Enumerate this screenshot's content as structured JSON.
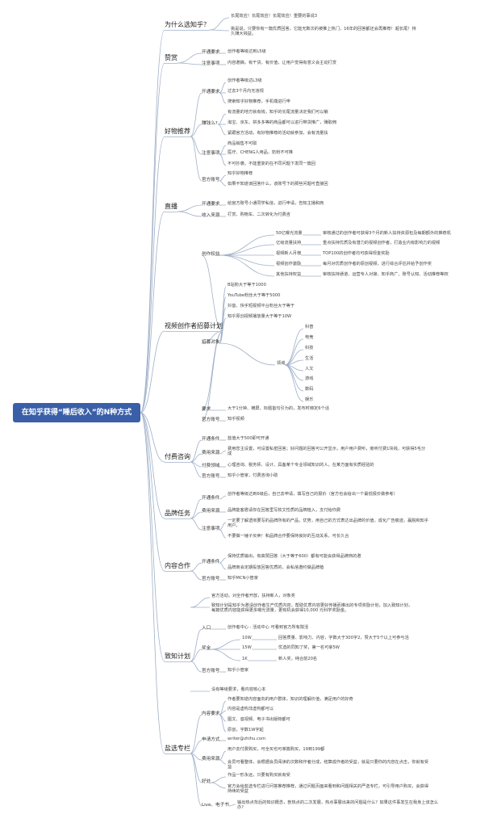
{
  "title": "在知乎获得“睡后收入”的N种方式",
  "branches": [
    {
      "label": "为什么选知乎？",
      "leaves": [
        "长尾效应！长尾效应！长尾效应！重要的事说3",
        "挑是说，只要你有一篇优质回答，它能无数次的被推上热门，16年的回答都还会再推荐！超长尾！持久赚大钱益。"
      ]
    },
    {
      "label": "赞赏",
      "subs": [
        {
          "label": "开通要求",
          "leaves": [
            "创作者等级达到L5级"
          ]
        },
        {
          "label": "注意事项",
          "leaves": [
            "内容邀稿，有干货，有价值，让用户觉得有意义会主动打赏"
          ]
        }
      ]
    },
    {
      "label": "好物推荐",
      "subs": [
        {
          "label": "开通要求",
          "leaves": [
            "创作者等级达L3级",
            "过去3个月内无违规",
            "搜索知乎好物推荐，手机端进行申"
          ]
        },
        {
          "label": "赚钱么?",
          "leaves": [
            "有流量的地方就有钱，知乎的长尾流量决定我们可以躺",
            "淘宝、京东、拼多多等的商品都可以进行带货推广，赚取佣",
            "紧跟官方活动，有好物推荐的活动就参加，会有流量扶"
          ]
        },
        {
          "label": "注意事项",
          "leaves": [
            "商品销售不可取",
            "医疗、CHENG人用品、奶粉不可推",
            "不可抄袭，不能重复的在不同问题下发同一篇回"
          ]
        },
        {
          "label": "官方账号",
          "leaves": [
            "知乎好物推荐",
            "如果不知道该回答什么，该账号下的那些问题可直接回"
          ]
        }
      ]
    },
    {
      "label": "直播",
      "subs": [
        {
          "label": "开通要求",
          "leaves": [
            "给官方账号小通同学私信，进行申请，告知主播和商"
          ]
        },
        {
          "label": "收入来源",
          "leaves": [
            "打赏、购物车、二次转化为付费咨"
          ]
        }
      ]
    },
    {
      "label": "视频创作者招募计划",
      "subs": [
        {
          "label": "创作权益",
          "pairs": [
            [
              "50亿曝光流量",
              "审核通过的创作者可获得3个月的新人扶持资源包及每期额外的推荐机"
            ],
            [
              "亿级流量扶持",
              "重点扶持优质及有潜力的视频创作者，打造业内有影响力的视频"
            ],
            [
              "视频新人月榜",
              "TOP100的创作者均可获得现金奖励"
            ],
            [
              "视频创作激励",
              "每月对优质创作者的原创视频，进行综合评估并给予创作奖"
            ],
            [
              "其他扶持权益",
              "审核扶持通道、运营专人对接、知乎商广、账号认知、活动推荐等权"
            ]
          ]
        },
        {
          "label": "招募对象",
          "leaves": [
            "B站粉大于等于1000",
            "YouTube粉丝大于等于5000",
            "抖音、快手短视频平台粉丝大于等于",
            "知乎原创视频播放量大于等于10W"
          ],
          "domain": {
            "label": "领域",
            "items": [
              "科普",
              "电竞",
              "科技",
              "生活",
              "人文",
              "游戏",
              "数码",
              "娱乐"
            ]
          }
        },
        {
          "label": "要求",
          "leaves": [
            "大于1分钟、横屏、标题首句引为的，发布时绑定6个话"
          ]
        },
        {
          "label": "官方账号",
          "leaves": [
            "知乎视频"
          ]
        }
      ]
    },
    {
      "label": "付费咨询",
      "subs": [
        {
          "label": "开通条件",
          "leaves": [
            "盐值大于500即可开通"
          ]
        },
        {
          "label": "费用来源",
          "leaves": [
            "费用您主设置，可设置私密回答；好问题的回答可公开显示，用户用户费听，旁听付费1块钱，可获得5毛分成"
          ]
        },
        {
          "label": "付费领域",
          "leaves": [
            "心理咨询、税务师、设计、具备某个专业领域知识的人，在某方面有实质经验的"
          ]
        },
        {
          "label": "官方账号",
          "leaves": [
            "知乎小管家，付费咨询小助"
          ]
        }
      ]
    },
    {
      "label": "品牌任务",
      "subs": [
        {
          "label": "开通条件",
          "leaves": [
            "创作者等级达到6级后，自己去申请，填写自己的报价（官方也会给出一个最低报价做参考）"
          ]
        },
        {
          "label": "费用来源",
          "leaves": [
            "品牌能客邀请你在回答里写软文性质的品牌植入，支付给你费"
          ]
        },
        {
          "label": "注意事项",
          "leaves": [
            "一定要了解透彻要写的品牌所有的产品，优势，用自己的方式表达出品牌的价值，成化广告痕迹，赢脱和知乎用户。",
            "不要做一锤子买卖！和品牌合作要保持良好的互动关系，可长久合"
          ]
        }
      ]
    },
    {
      "label": "内容合作",
      "subs": [
        {
          "label": "开通条件",
          "leaves": [
            "保持优质输出，有高赞回答（大于等于600）都有可能会获得品牌商的邀",
            "品牌商会定期投放回答优质的，会私信邀约做品牌植"
          ]
        },
        {
          "label": "官方账号",
          "leaves": [
            "知乎MCN小管家"
          ]
        }
      ]
    },
    {
      "label": "致知计划",
      "subs": [
        {
          "label": "",
          "leaves": [
            "官方活动，对全作者开放，扶持新人，对象奖",
            "致知计划是知乎为邀请创作者生产优质内容，帮助优质内容更好传播而推出的专项奖励计划，加入致知计划，每篇优质内容能获得更多曝光流量，更有机会获得10,000 元科学奖励金。"
          ]
        },
        {
          "label": "入口",
          "leaves": [
            "创作者中心 - 活动中心 可看到官方所有院活"
          ]
        },
        {
          "label": "奖金",
          "pairs": [
            [
              "10W",
              "回答质量、影响力、内容，字数大于300字2，赞大于5个以上可参与活"
            ],
            [
              "15W",
              "优选的同知了奖，第一名可拿5W"
            ],
            [
              "1K",
              "新人奖，纯合前20名"
            ]
          ]
        },
        {
          "label": "官方账号",
          "leaves": [
            "知乎小管家"
          ]
        }
      ]
    },
    {
      "label": "盐选专栏",
      "subs": [
        {
          "label": "",
          "leaves": [
            "没有等级要求，看内容核心本"
          ]
        },
        {
          "label": "内容要求",
          "leaves": [
            "作者要知道内容面向的用户群体，知识的理解价值，满足用户的好奇",
            "内容是虚构非虚构都可以",
            "图文、音视频、电子书出版物都可",
            "原创，字数1W字起"
          ]
        },
        {
          "label": "申请方式",
          "leaves": [
            "writer@zhihu.com"
          ]
        },
        {
          "label": "费用来源",
          "leaves": [
            "用户去付费购买，可全买也可单篇购买，19到199都",
            "会员可看整体，会根据会员阅读的次数和作者分成，结算成作者的受益，就是只要你的内容在点击，你就有受益"
          ]
        },
        {
          "label": "好处",
          "leaves": [
            "作品一形永远，只要有购买就有受",
            "官方会给盐选专栏进行问答推荐推荐，通过问题页面来看到和问题相关的严选专栏，可引导用户购买，会获得持续的受益"
          ]
        },
        {
          "label": "Live、电子书",
          "leaves": [
            "输出热点背后的知识概念，剖热点的二次发展，热点事展出来的问题是什么？如果这件事发生在我身上该怎么办？"
          ]
        }
      ]
    }
  ]
}
